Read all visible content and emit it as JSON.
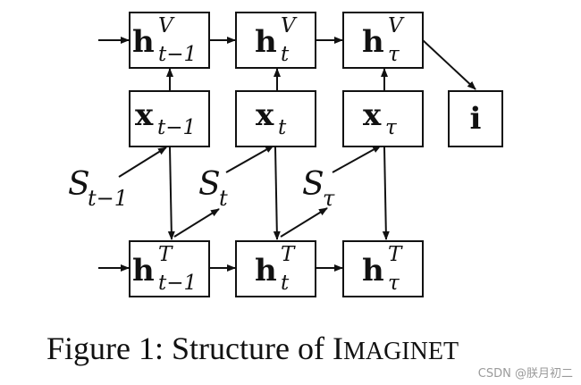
{
  "nodes": {
    "hv_prev": {
      "main": "h",
      "sup": "V",
      "sub": "t−1"
    },
    "hv_t": {
      "main": "h",
      "sup": "V",
      "sub": "t"
    },
    "hv_tau": {
      "main": "h",
      "sup": "V",
      "sub": "τ"
    },
    "x_prev": {
      "main": "x",
      "sub": "t−1"
    },
    "x_t": {
      "main": "x",
      "sub": "t"
    },
    "x_tau": {
      "main": "x",
      "sub": "τ"
    },
    "i": {
      "main": "i"
    },
    "ht_prev": {
      "main": "h",
      "sup": "T",
      "sub": "t−1"
    },
    "ht_t": {
      "main": "h",
      "sup": "T",
      "sub": "t"
    },
    "ht_tau": {
      "main": "h",
      "sup": "T",
      "sub": "τ"
    }
  },
  "labels": {
    "s_prev": {
      "main": "S",
      "sub": "t−1"
    },
    "s_t": {
      "main": "S",
      "sub": "t"
    },
    "s_tau": {
      "main": "S",
      "sub": "τ"
    }
  },
  "caption": {
    "prefix": "Figure 1: Structure of ",
    "name_initial": "I",
    "name_rest": "MAGINET"
  },
  "watermark": "CSDN @朕月初二"
}
